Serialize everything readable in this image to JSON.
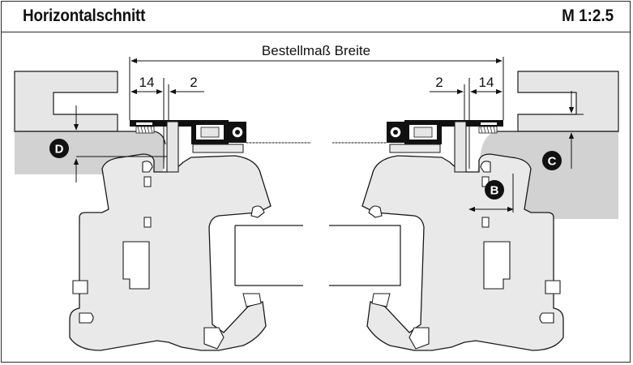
{
  "header": {
    "title": "Horizontalschnitt",
    "scale": "M 1:2.5"
  },
  "dimensions": {
    "order_width": "Bestellmaß Breite",
    "left_14": "14",
    "left_2": "2",
    "right_2": "2",
    "right_14": "14"
  },
  "markers": {
    "b": "B",
    "c": "C",
    "d": "D"
  },
  "colors": {
    "wall": "#d6d6d6",
    "reveal": "#e8e8e8",
    "profile": "#e9e9e9",
    "outline": "#1a1a1a",
    "rail": "#111111"
  }
}
